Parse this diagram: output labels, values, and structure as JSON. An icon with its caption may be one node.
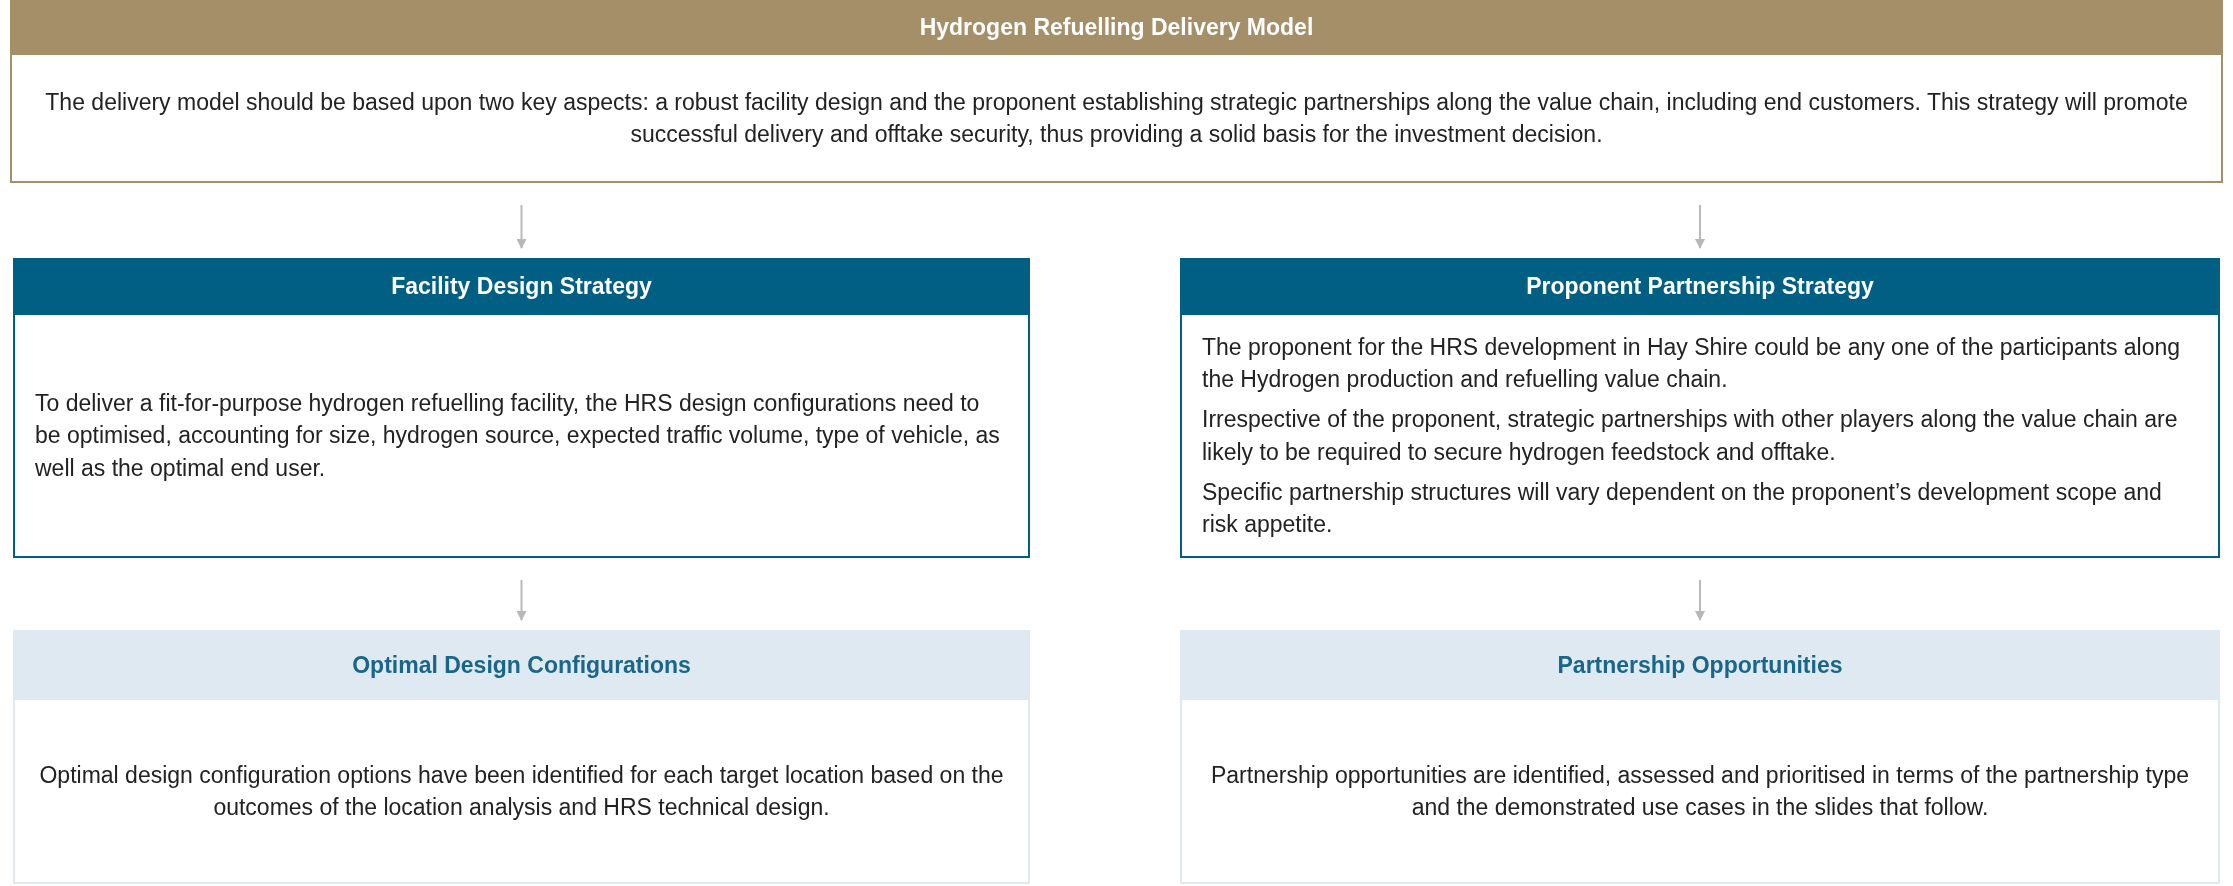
{
  "diagram": {
    "nodes": [
      {
        "text": [
          "Hydrogen Refuelling Delivery Model",
          "The delivery model should be based upon two key aspects: a robust facility design and the proponent establishing strategic partnerships along the value chain, including end customers. This strategy will promote successful delivery and offtake security, thus providing a solid basis for the investment decision."
        ]
      },
      {
        "text": [
          "Facility Design Strategy",
          "To deliver a fit-for-purpose hydrogen refuelling facility, the HRS design configurations need to be optimised, accounting for size, hydrogen source, expected traffic volume, type of vehicle, as well as the optimal end user."
        ]
      },
      {
        "text": [
          "Proponent Partnership Strategy",
          "The proponent for the HRS development in Hay Shire could be any one of the participants along the Hydrogen production and refuelling value chain.",
          "Irrespective of the proponent, strategic partnerships with other players along the value chain are likely to be required to secure hydrogen feedstock and offtake.",
          "Specific partnership structures will vary dependent on the proponent’s development scope and risk appetite."
        ]
      },
      {
        "text": [
          "Optimal Design Configurations",
          "Optimal design configuration options have been identified for each target location based on the outcomes of the location analysis and HRS technical design."
        ]
      },
      {
        "text": [
          "Partnership Opportunities",
          "Partnership opportunities are identified, assessed and prioritised in terms of the partnership type and the demonstrated use cases in the slides that follow."
        ]
      }
    ],
    "edges": [
      {
        "from": 0,
        "to": 1,
        "arrow": "to"
      },
      {
        "from": 0,
        "to": 2,
        "arrow": "to"
      },
      {
        "from": 1,
        "to": 3,
        "arrow": "to"
      },
      {
        "from": 2,
        "to": 4,
        "arrow": "to"
      }
    ]
  }
}
